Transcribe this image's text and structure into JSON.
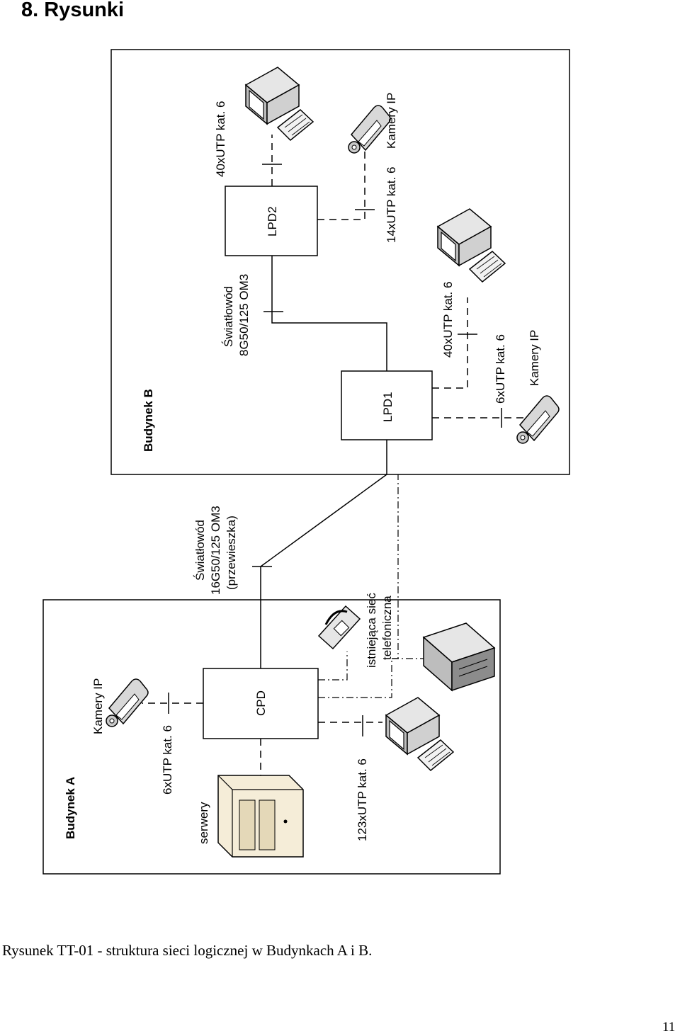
{
  "heading": "8. Rysunki",
  "caption": "Rysunek TT-01 - struktura sieci logicznej w Budynkach A i B.",
  "page_number": "11",
  "building_a": {
    "title": "Budynek A",
    "cpd": "CPD",
    "servers_label": "serwery",
    "cameras_label": "Kamery IP",
    "camera_cable": "6xUTP kat. 6",
    "pc_cable": "123xUTP kat. 6",
    "phone_line1": "istniejąca sieć",
    "phone_line2": "telefoniczna"
  },
  "building_b": {
    "title": "Budynek B",
    "lpd1": "LPD1",
    "lpd2": "LPD2",
    "fiber_line1": "Światłowód",
    "fiber_line2": "8G50/125 OM3",
    "lpd2_pc_cable": "40xUTP kat. 6",
    "lpd2_cam_cable": "14xUTP kat. 6",
    "lpd2_cameras": "Kamery IP",
    "lpd1_pc_cable": "40xUTP kat. 6",
    "lpd1_cam_cable": "6xUTP kat. 6",
    "lpd1_cameras": "Kamery IP"
  },
  "link": {
    "line1": "Światłowód",
    "line2": "16G50/125 OM3",
    "line3": "(przewieszka)"
  }
}
